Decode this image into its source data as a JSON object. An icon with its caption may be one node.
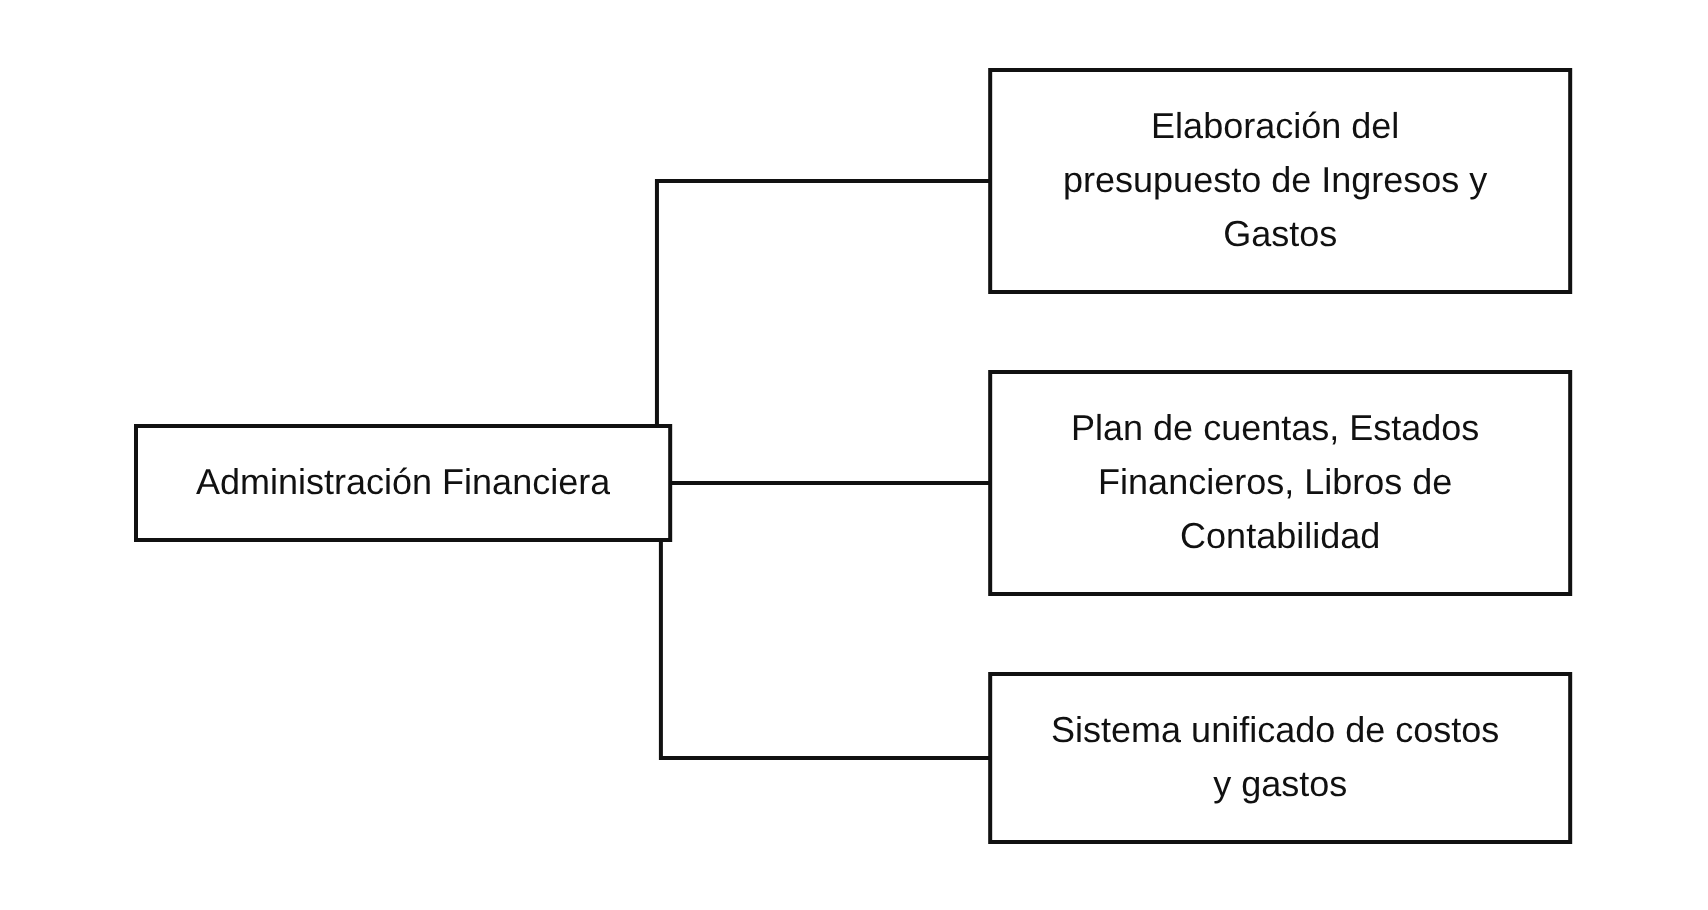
{
  "diagram": {
    "nodes": [
      {
        "text": [
          "Administración Financiera"
        ]
      },
      {
        "text": [
          "Elaboración del presupuesto de Ingresos y Gastos"
        ]
      },
      {
        "text": [
          "Plan de cuentas, Estados Financieros, Libros de Contabilidad"
        ]
      },
      {
        "text": [
          "Sistema unificado de costos y gastos"
        ]
      }
    ],
    "edges": [
      {
        "from": 0,
        "to": 1,
        "arrow": "none"
      },
      {
        "from": 0,
        "to": 2,
        "arrow": "none"
      },
      {
        "from": 0,
        "to": 3,
        "arrow": "none"
      }
    ]
  }
}
